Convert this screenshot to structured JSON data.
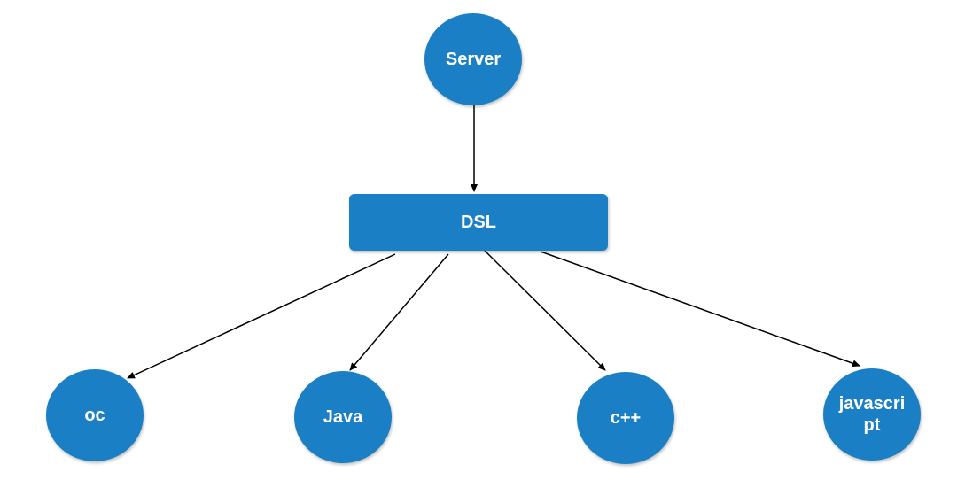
{
  "nodes": {
    "server": "Server",
    "dsl": "DSL",
    "oc": "oc",
    "java": "Java",
    "cpp": "c++",
    "javascript": "javascript"
  },
  "colors": {
    "node_fill": "#1a7fc5",
    "node_text": "#ffffff",
    "edge": "#000000"
  }
}
